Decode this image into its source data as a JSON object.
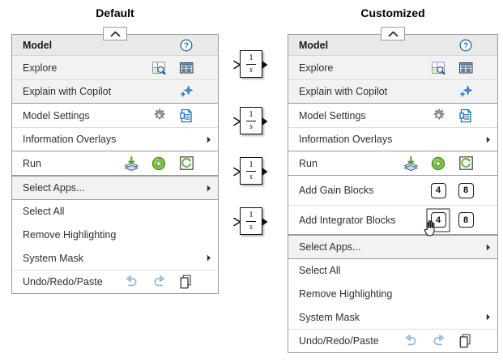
{
  "titles": {
    "default": "Default",
    "customized": "Customized"
  },
  "icons": {
    "collapse": "chevron-up-icon",
    "help": "help-circle-icon",
    "explore_model": "model-explorer-icon",
    "explore_table": "table-view-icon",
    "copilot": "copilot-sparkle-icon",
    "settings_gear": "gear-icon",
    "settings_doc": "document-properties-icon",
    "run_stack": "update-diagram-icon",
    "run_play": "run-play-icon",
    "run_refresh": "refresh-icon",
    "undo": "undo-arrow-icon",
    "redo": "redo-arrow-icon",
    "paste": "paste-clipboard-icon",
    "submenu_arrow": "chevron-right-icon",
    "cursor": "hand-pointer-cursor"
  },
  "default_panel": {
    "header": {
      "label": "Model",
      "help": "?"
    },
    "groups": [
      {
        "shaded": true,
        "rows": [
          {
            "label": "Explore",
            "icons": [
              "model-explorer-icon",
              "table-view-icon"
            ],
            "arrow": false
          },
          {
            "label": "Explain with Copilot",
            "icons": [
              "copilot-sparkle-icon"
            ],
            "arrow": false
          }
        ]
      },
      {
        "shaded": false,
        "rows": [
          {
            "label": "Model Settings",
            "icons": [
              "gear-icon",
              "document-properties-icon"
            ],
            "arrow": false
          },
          {
            "label": "Information Overlays",
            "icons": [],
            "arrow": true
          }
        ]
      },
      {
        "shaded": false,
        "rows": [
          {
            "label": "Run",
            "icons": [
              "update-diagram-icon",
              "run-play-icon",
              "refresh-icon"
            ],
            "arrow": false
          }
        ]
      }
    ],
    "tail_rows": [
      {
        "label": "Select Apps...",
        "shaded": true,
        "arrow": true,
        "icons": []
      },
      {
        "label": "Select All",
        "shaded": false,
        "arrow": false,
        "icons": []
      },
      {
        "label": "Remove Highlighting",
        "shaded": false,
        "arrow": false,
        "icons": []
      },
      {
        "label": "System Mask",
        "shaded": false,
        "arrow": true,
        "icons": []
      },
      {
        "label": "Undo/Redo/Paste",
        "shaded": false,
        "arrow": false,
        "icons": [
          "undo-arrow-icon",
          "redo-arrow-icon",
          "paste-clipboard-icon"
        ]
      }
    ]
  },
  "customized_panel": {
    "header": {
      "label": "Model",
      "help": "?"
    },
    "groups": [
      {
        "shaded": true,
        "rows": [
          {
            "label": "Explore",
            "icons": [
              "model-explorer-icon",
              "table-view-icon"
            ],
            "arrow": false
          },
          {
            "label": "Explain with Copilot",
            "icons": [
              "copilot-sparkle-icon"
            ],
            "arrow": false
          }
        ]
      },
      {
        "shaded": false,
        "rows": [
          {
            "label": "Model Settings",
            "icons": [
              "gear-icon",
              "document-properties-icon"
            ],
            "arrow": false
          },
          {
            "label": "Information Overlays",
            "icons": [],
            "arrow": true
          }
        ]
      },
      {
        "shaded": false,
        "rows": [
          {
            "label": "Run",
            "icons": [
              "update-diagram-icon",
              "run-play-icon",
              "refresh-icon"
            ],
            "arrow": false
          }
        ]
      }
    ],
    "custom_rows": [
      {
        "label": "Add Gain Blocks",
        "keys": [
          "4",
          "8"
        ],
        "focused_key_index": -1
      },
      {
        "label": "Add Integrator Blocks",
        "keys": [
          "4",
          "8"
        ],
        "focused_key_index": 0
      }
    ],
    "tail_rows": [
      {
        "label": "Select Apps...",
        "shaded": true,
        "arrow": true,
        "icons": []
      },
      {
        "label": "Select All",
        "shaded": false,
        "arrow": false,
        "icons": []
      },
      {
        "label": "Remove Highlighting",
        "shaded": false,
        "arrow": false,
        "icons": []
      },
      {
        "label": "System Mask",
        "shaded": false,
        "arrow": true,
        "icons": []
      },
      {
        "label": "Undo/Redo/Paste",
        "shaded": false,
        "arrow": false,
        "icons": [
          "undo-arrow-icon",
          "redo-arrow-icon",
          "paste-clipboard-icon"
        ]
      }
    ]
  },
  "integrator_blocks": {
    "count": 4,
    "numerator": "1",
    "denominator": "s",
    "label": "1/s",
    "tops": [
      20,
      90,
      152,
      214
    ]
  },
  "colors": {
    "panel_border": "#9a9a9a",
    "header_bg": "#e9e9e9",
    "shaded_bg": "#f2f2f2",
    "text": "#2f2f2f",
    "accent_blue": "#1f6fb2",
    "accent_green": "#6cb33f",
    "copilot_blue": "#2a7fc9"
  }
}
